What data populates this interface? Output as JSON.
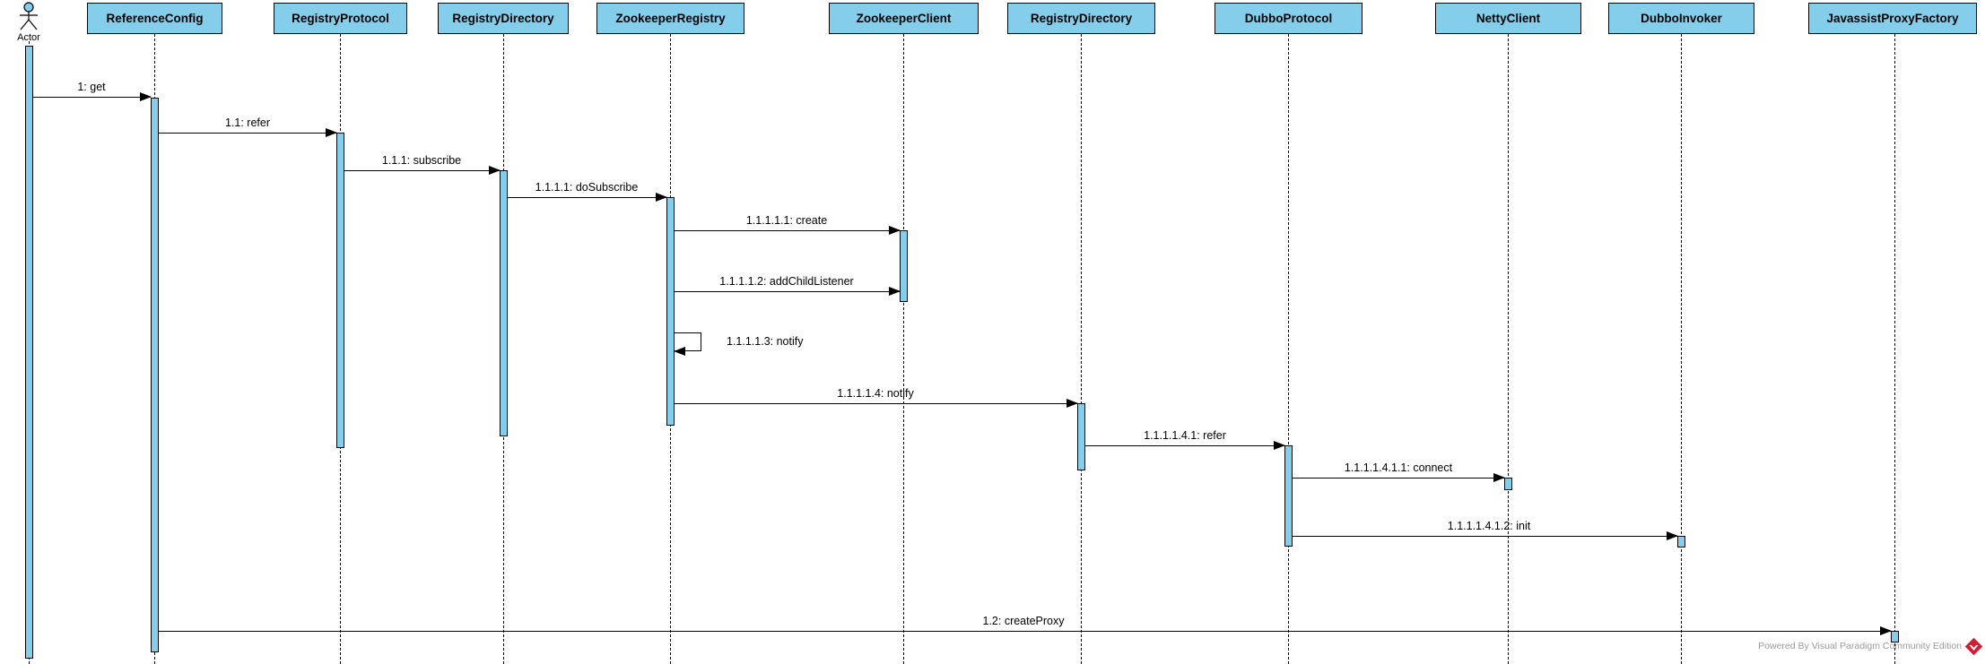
{
  "diagram": {
    "actor": {
      "name": "Actor"
    },
    "participants": [
      {
        "name": "ReferenceConfig"
      },
      {
        "name": "RegistryProtocol"
      },
      {
        "name": "RegistryDirectory"
      },
      {
        "name": "ZookeeperRegistry"
      },
      {
        "name": "ZookeeperClient"
      },
      {
        "name": "RegistryDirectory"
      },
      {
        "name": "DubboProtocol"
      },
      {
        "name": "NettyClient"
      },
      {
        "name": "DubboInvoker"
      },
      {
        "name": "JavassistProxyFactory"
      }
    ],
    "messages": [
      {
        "label": "1: get",
        "from": "Actor",
        "to": "ReferenceConfig"
      },
      {
        "label": "1.1: refer",
        "from": "ReferenceConfig",
        "to": "RegistryProtocol"
      },
      {
        "label": "1.1.1: subscribe",
        "from": "RegistryProtocol",
        "to": "RegistryDirectory"
      },
      {
        "label": "1.1.1.1: doSubscribe",
        "from": "RegistryDirectory",
        "to": "ZookeeperRegistry"
      },
      {
        "label": "1.1.1.1.1: create",
        "from": "ZookeeperRegistry",
        "to": "ZookeeperClient"
      },
      {
        "label": "1.1.1.1.2: addChildListener",
        "from": "ZookeeperRegistry",
        "to": "ZookeeperClient"
      },
      {
        "label": "1.1.1.1.3: notify",
        "from": "ZookeeperRegistry",
        "to": "ZookeeperRegistry",
        "self": true
      },
      {
        "label": "1.1.1.1.4: notify",
        "from": "ZookeeperRegistry",
        "to": "RegistryDirectory"
      },
      {
        "label": "1.1.1.1.4.1: refer",
        "from": "RegistryDirectory",
        "to": "DubboProtocol"
      },
      {
        "label": "1.1.1.1.4.1.1: connect",
        "from": "DubboProtocol",
        "to": "NettyClient"
      },
      {
        "label": "1.1.1.1.4.1.2: init",
        "from": "DubboProtocol",
        "to": "DubboInvoker"
      },
      {
        "label": "1.2: createProxy",
        "from": "ReferenceConfig",
        "to": "JavassistProxyFactory"
      }
    ],
    "watermark": {
      "text": "Powered By Visual Paradigm Community Edition"
    },
    "colors": {
      "shape_fill": "#84ceec",
      "shape_border": "#000000",
      "line": "#000000",
      "watermark_text": "#9a9a9a",
      "logo_red": "#cd2032"
    }
  }
}
